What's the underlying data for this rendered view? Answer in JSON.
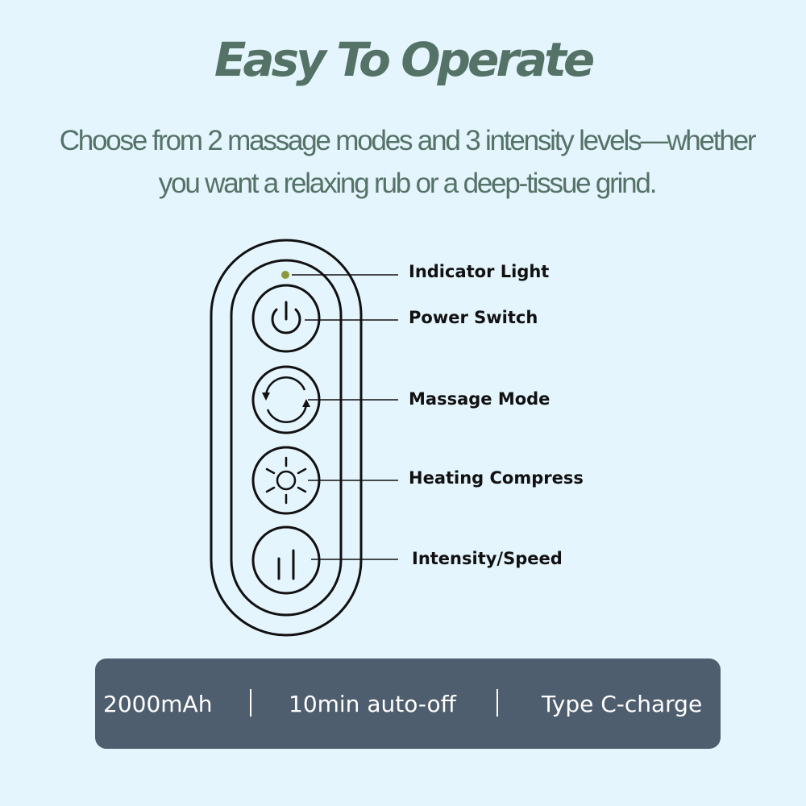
{
  "header": {
    "title": "Easy To  Operate",
    "subtitle_line1": "Choose from 2 massage modes and 3 intensity levels—whether",
    "subtitle_line2": "you want a relaxing rub or a deep-tissue grind."
  },
  "remote": {
    "labels": {
      "indicator": "Indicator Light",
      "power": "Power Switch",
      "mode": "Massage Mode",
      "heat": "Heating Compress",
      "intensity": "Intensity/Speed"
    },
    "icons": [
      "indicator-light",
      "power-icon",
      "cycle-icon",
      "sun-icon",
      "intensity-icon"
    ]
  },
  "specs": {
    "battery": "2000mAh",
    "auto_off": "10min auto-off",
    "charge": "Type C-charge"
  },
  "colors": {
    "background": "#e4f5fd",
    "heading": "#557267",
    "spec_bar": "#4f5e6e",
    "indicator": "#8c9a3c"
  }
}
